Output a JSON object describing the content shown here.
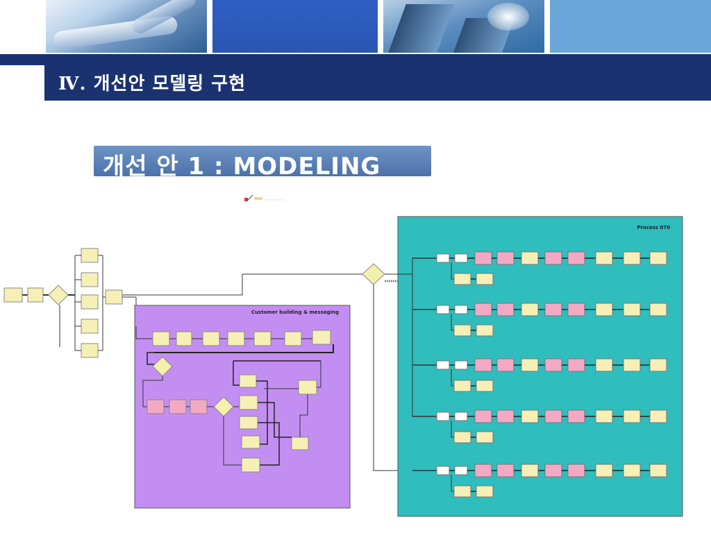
{
  "header": {
    "section_title": "Ⅳ. 개선안 모델링 구현",
    "subtitle": "개선 안 1 : MODELING"
  },
  "diagram": {
    "left_lane_title": "Customer building & messaging",
    "right_lane_title": "Process 070",
    "colors": {
      "title_bar": "#1b3270",
      "subtitle_box": "#5a80b6",
      "left_lane": "#c38ef2",
      "right_lane": "#2fbdbd",
      "task_yellow": "#f6efb6",
      "task_pink": "#f3a9c4",
      "decision": "#f3efad"
    }
  }
}
